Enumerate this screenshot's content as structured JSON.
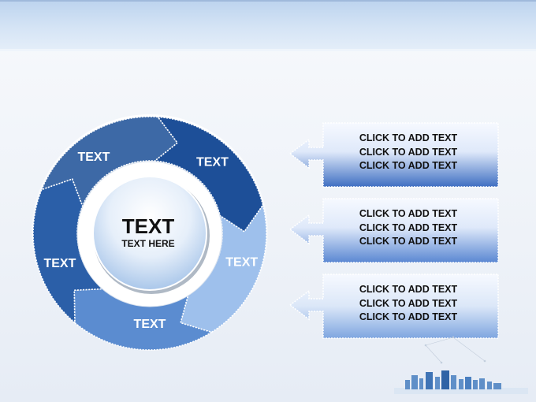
{
  "cycle": {
    "center": {
      "title": "TEXT",
      "subtitle": "TEXT HERE"
    },
    "segments": [
      {
        "label": "TEXT",
        "color": "#3d69a6"
      },
      {
        "label": "TEXT",
        "color": "#1d4f98"
      },
      {
        "label": "TEXT",
        "color": "#9ec0ec"
      },
      {
        "label": "TEXT",
        "color": "#5b8cd0"
      },
      {
        "label": "TEXT",
        "color": "#2b5fa8"
      }
    ]
  },
  "callouts": [
    {
      "lines": [
        "CLICK TO ADD TEXT",
        "CLICK TO ADD TEXT",
        "CLICK TO ADD TEXT"
      ]
    },
    {
      "lines": [
        "CLICK TO ADD TEXT",
        "CLICK TO ADD TEXT",
        "CLICK TO ADD TEXT"
      ]
    },
    {
      "lines": [
        "CLICK TO ADD TEXT",
        "CLICK TO ADD TEXT",
        "CLICK TO ADD TEXT"
      ]
    }
  ],
  "colors": {
    "header": "#c4d8f0",
    "box_dark": "#3f6fc2",
    "box_light": "#f4f8ff"
  }
}
